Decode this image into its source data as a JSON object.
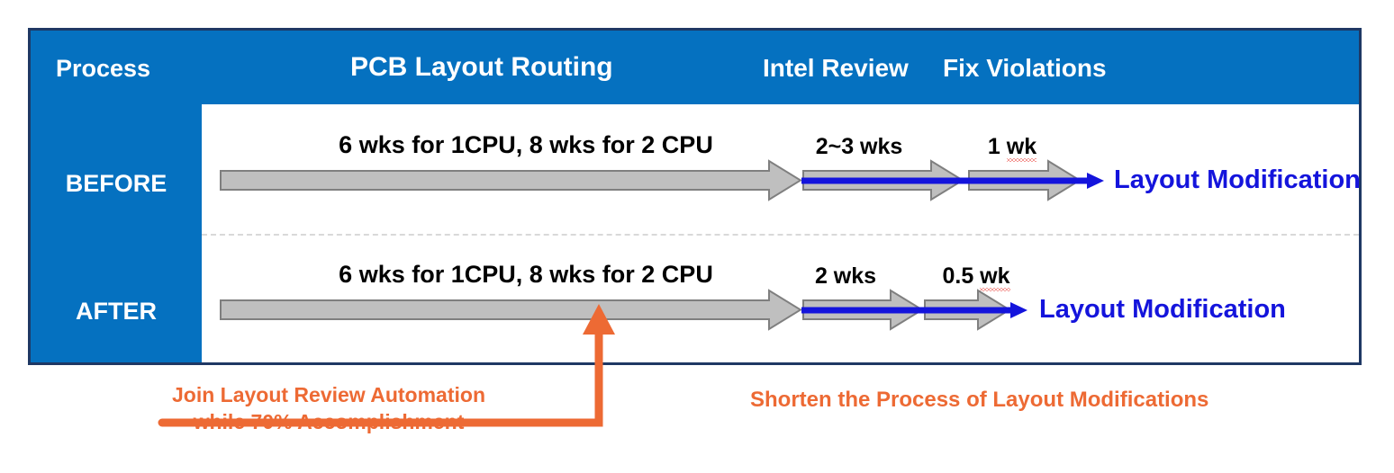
{
  "colors": {
    "panel_blue": "#0571C0",
    "panel_border": "#1F3864",
    "arrow_gray_fill": "#BFBFBF",
    "arrow_gray_stroke": "#7F7F7F",
    "flow_blue": "#1414DC",
    "callout_orange": "#ED6A34",
    "divider_gray": "#D9D9D9",
    "spellcheck_red": "#E8362C"
  },
  "header": {
    "process_label": "Process",
    "stages": [
      {
        "name": "pcb-layout-routing",
        "label": "PCB Layout Routing"
      },
      {
        "name": "intel-review",
        "label": "Intel Review"
      },
      {
        "name": "fix-violations",
        "label": "Fix Violations"
      }
    ]
  },
  "rows": [
    {
      "id": "before",
      "label": "BEFORE",
      "segments": [
        {
          "name": "pcb-layout-routing",
          "duration": "6 wks for 1CPU, 8 wks for 2 CPU",
          "misspelled": false
        },
        {
          "name": "intel-review",
          "duration": "2~3 wks",
          "misspelled": false
        },
        {
          "name": "fix-violations",
          "duration_prefix": "1 ",
          "duration_flagged": "wk",
          "misspelled": true
        }
      ],
      "outcome": "Layout Modification"
    },
    {
      "id": "after",
      "label": "AFTER",
      "segments": [
        {
          "name": "pcb-layout-routing",
          "duration": "6 wks for 1CPU, 8 wks for 2 CPU",
          "misspelled": false
        },
        {
          "name": "intel-review",
          "duration": "2 wks",
          "misspelled": false
        },
        {
          "name": "fix-violations",
          "duration_prefix": "0.5 ",
          "duration_flagged": "wk",
          "misspelled": true
        }
      ],
      "outcome": "Layout Modification"
    }
  ],
  "callouts": {
    "left_line1": "Join Layout Review Automation",
    "left_line2": "while 70% Accomplishment",
    "right": "Shorten the Process of Layout Modifications"
  }
}
